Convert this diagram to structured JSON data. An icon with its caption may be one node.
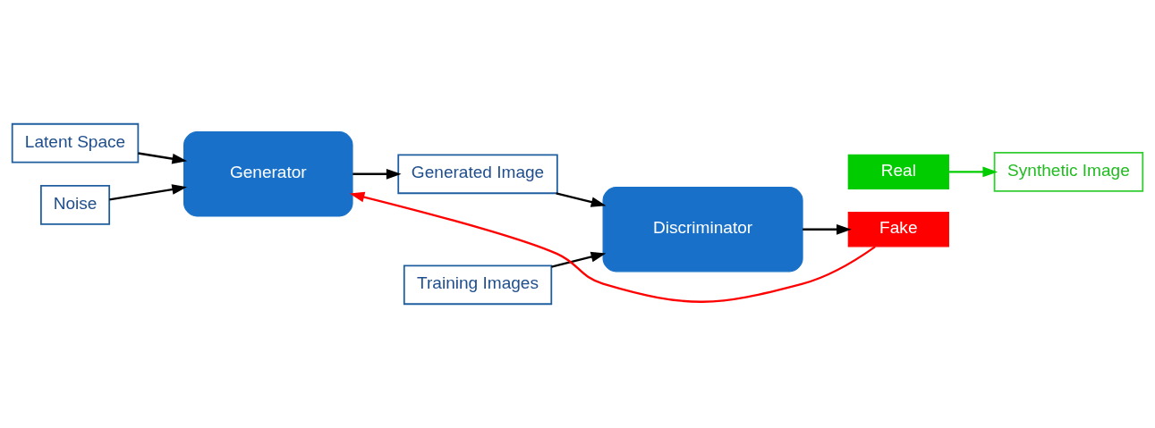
{
  "diagram": {
    "nodes": [
      {
        "text": [
          "Latent Space"
        ]
      },
      {
        "text": [
          "Noise"
        ]
      },
      {
        "text": [
          "Generator"
        ]
      },
      {
        "text": [
          "Generated Image"
        ]
      },
      {
        "text": [
          "Discriminator"
        ]
      },
      {
        "text": [
          "Training Images"
        ]
      },
      {
        "text": [
          "Fake"
        ]
      },
      {
        "text": [
          "Real"
        ]
      },
      {
        "text": [
          "Synthetic Image"
        ]
      }
    ],
    "edges": [
      {
        "from": 0,
        "to": 2,
        "arrow": "to"
      },
      {
        "from": 1,
        "to": 2,
        "arrow": "to"
      },
      {
        "from": 2,
        "to": 3,
        "arrow": "to"
      },
      {
        "from": 3,
        "to": 4,
        "arrow": "to"
      },
      {
        "from": 5,
        "to": 4,
        "arrow": "to"
      },
      {
        "from": 4,
        "to": 6,
        "arrow": "to"
      },
      {
        "from": 6,
        "to": 2,
        "arrow": "to",
        "color": "#ff0000"
      },
      {
        "from": 7,
        "to": 8,
        "arrow": "to",
        "color": "#00cc00"
      }
    ]
  }
}
